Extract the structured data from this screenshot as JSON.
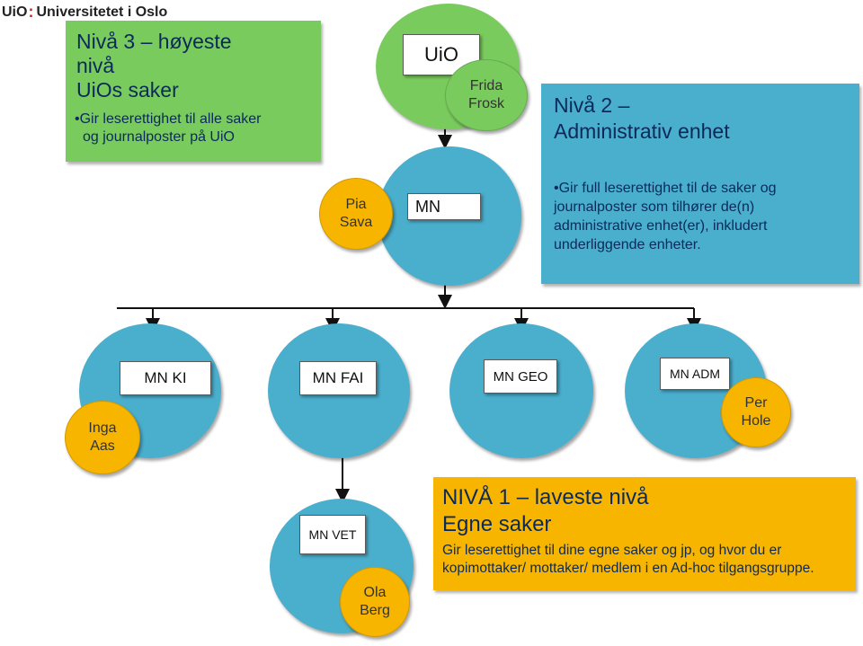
{
  "logo": {
    "mark": "UiO",
    "separator": ":",
    "institution": "Universitetet i Oslo"
  },
  "level3": {
    "title_lines": [
      "Nivå 3 – høyeste",
      "nivå",
      "UiOs saker"
    ],
    "bullets": [
      "Gir leserettighet til alle saker",
      "og journalposter på UiO"
    ]
  },
  "level2": {
    "title_lines": [
      "Nivå 2 –",
      "Administrativ enhet"
    ],
    "body": "•Gir full leserettighet til de saker og journalposter som tilhører de(n) administrative enhet(er), inkludert underliggende enheter."
  },
  "level1": {
    "title_lines": [
      "NIVÅ 1 – laveste nivå",
      "Egne saker"
    ],
    "body": "Gir leserettighet til dine egne saker og jp, og hvor du er kopimottaker/ mottaker/ medlem i en Ad-hoc tilgangsgruppe."
  },
  "units": {
    "uio": "UiO",
    "mn": "MN",
    "mn_ki": "MN KI",
    "mn_fai": "MN FAI",
    "mn_geo": "MN GEO",
    "mn_adm": "MN ADM",
    "mn_vet": "MN VET"
  },
  "people": {
    "frida": "Frida\nFrosk",
    "pia": "Pia\nSava",
    "inga": "Inga\nAas",
    "per": "Per\nHole",
    "ola": "Ola\nBerg"
  },
  "colors": {
    "level3": "#7acb5e",
    "level2": "#4aaecd",
    "level1": "#f7b500",
    "logo_red": "#d2232a"
  }
}
